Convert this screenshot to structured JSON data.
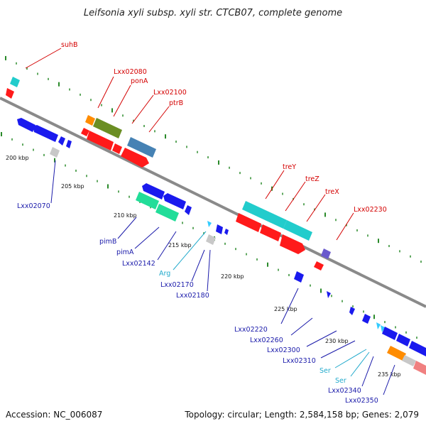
{
  "title": "Leifsonia xyli subsp. xyli str. CTCB07, complete genome",
  "footer": {
    "accession": "Accession: NC_006087",
    "summary": "Topology: circular; Length: 2,584,158 bp; Genes: 2,079"
  },
  "colors": {
    "backbone": "#8a8a8a",
    "label_red": "#d40000",
    "label_blue": "#1a1aaa",
    "label_cyan": "#22aacc",
    "tick": "#2a8a2a",
    "gene_red": "#ff1a1a",
    "gene_blue": "#1a1aee",
    "gene_cyan": "#22cccc",
    "gene_green": "#22dd99",
    "gene_olive": "#6b8e23",
    "gene_steel": "#4682b4",
    "gene_orange": "#ff8c00",
    "gene_gray": "#c8c8c8",
    "gene_purple": "#6a5acd",
    "gene_pink": "#f08080",
    "gene_lightcyan": "#33ccff"
  },
  "scale_labels": [
    "200 kbp",
    "205 kbp",
    "210 kbp",
    "215 kbp",
    "220 kbp",
    "225 kbp",
    "230 kbp",
    "235 kbp"
  ],
  "labels_top": [
    "suhB",
    "Lxx02080",
    "ponA",
    "Lxx02100",
    "ptrB",
    "treY",
    "treZ",
    "treX",
    "Lxx02230"
  ],
  "labels_bottom": [
    "Lxx02070",
    "pimB",
    "pimA",
    "Lxx02142",
    "Arg",
    "Lxx02170",
    "Lxx02180",
    "Lxx02220",
    "Lxx02260",
    "Lxx02300",
    "Lxx02310",
    "Ser",
    "Ser",
    "Lxx02340",
    "Lxx02350"
  ]
}
